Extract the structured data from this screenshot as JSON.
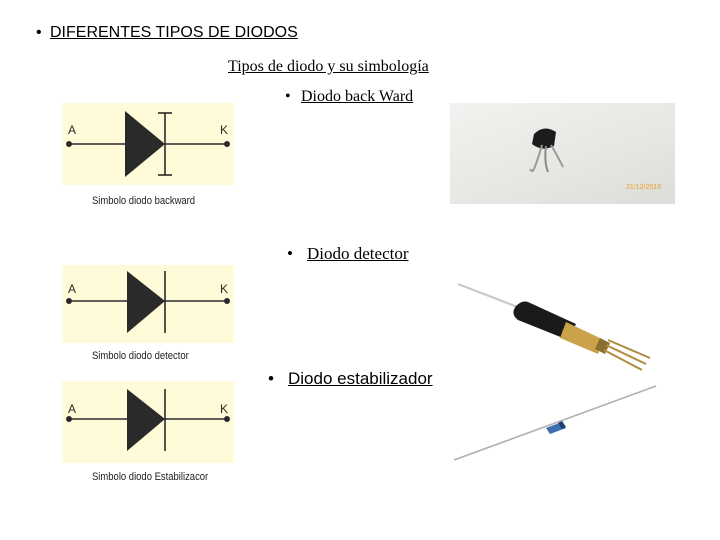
{
  "heading": {
    "bullet": "•",
    "text": "DIFERENTES TIPOS DE DIODOS"
  },
  "subtitle": "Tipos de diodo y su simbología",
  "items": [
    {
      "bullet": "•",
      "label": "Diodo back Ward",
      "symbol": {
        "anode": "A",
        "cathode": "K",
        "caption": "Simbolo diodo backward"
      },
      "photo_stamp": "21/12/2019"
    },
    {
      "bullet": "•",
      "label": "Diodo detector",
      "symbol": {
        "anode": "A",
        "cathode": "K",
        "caption": "Simbolo diodo detector"
      }
    },
    {
      "bullet": "•",
      "label": "Diodo estabilizador",
      "symbol": {
        "anode": "A",
        "cathode": "K",
        "caption": "Simbolo diodo Estabilizacor"
      }
    }
  ],
  "colors": {
    "symbol_background": "#fffbd8",
    "symbol_stroke": "#2a2a2a"
  }
}
